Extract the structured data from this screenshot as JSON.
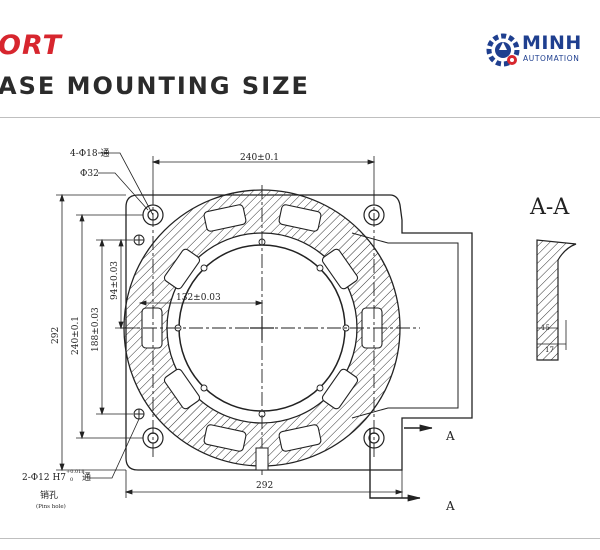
{
  "header": {
    "title_red": "ORT",
    "title_dark": "ASE MOUNTING SIZE"
  },
  "logo": {
    "name": "MINH",
    "sub": "AUTOMATION",
    "color": "#1f3f8f",
    "accent": "#d7262e"
  },
  "drawing": {
    "dims": {
      "holes_note": "4-Φ18 通",
      "hole_dia": "Φ32",
      "top_width": "240±0.1",
      "radius_line": "132±0.03",
      "left_height": "292",
      "height_240": "240±0.1",
      "height_188": "188±0.03",
      "height_94": "94±0.03",
      "bottom_width": "292",
      "pin_note": "2-Φ12 H7",
      "pin_tol_upper": "+0.018",
      "pin_tol_lower": "0",
      "pin_note_cn": "通",
      "pin_hole_cn": "销孔",
      "pin_hole_en": "(Pins hole)",
      "dim_15": "15",
      "dim_17": "17"
    },
    "section_title": "A-A",
    "section_marker": "A"
  }
}
